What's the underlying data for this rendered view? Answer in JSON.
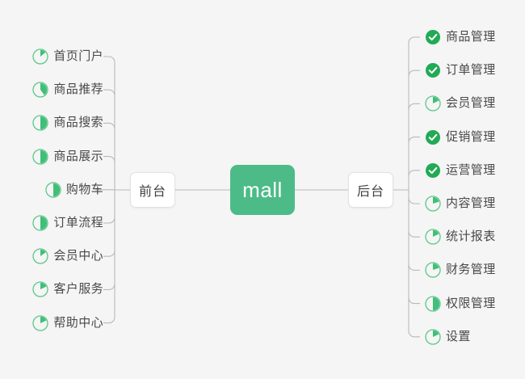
{
  "diagram": {
    "title": "mall",
    "background_color": "#f5f5f5",
    "accent_color": "#4cbb88",
    "done_color": "#22aa55",
    "progress_color": "#3fbf77",
    "connector_color": "#b9b9b9",
    "root": {
      "label": "mall"
    },
    "branches": [
      {
        "label": "前台",
        "side": "left"
      },
      {
        "label": "后台",
        "side": "right"
      }
    ],
    "left_items": [
      {
        "label": "首页门户",
        "status": "progress",
        "percent": 14
      },
      {
        "label": "商品推荐",
        "status": "progress",
        "percent": 40
      },
      {
        "label": "商品搜索",
        "status": "progress",
        "percent": 50
      },
      {
        "label": "商品展示",
        "status": "progress",
        "percent": 50
      },
      {
        "label": "购物车",
        "status": "progress",
        "percent": 50
      },
      {
        "label": "订单流程",
        "status": "progress",
        "percent": 50
      },
      {
        "label": "会员中心",
        "status": "progress",
        "percent": 15
      },
      {
        "label": "客户服务",
        "status": "progress",
        "percent": 18
      },
      {
        "label": "帮助中心",
        "status": "progress",
        "percent": 18
      }
    ],
    "right_items": [
      {
        "label": "商品管理",
        "status": "done",
        "percent": 100
      },
      {
        "label": "订单管理",
        "status": "done",
        "percent": 100
      },
      {
        "label": "会员管理",
        "status": "progress",
        "percent": 18
      },
      {
        "label": "促销管理",
        "status": "done",
        "percent": 100
      },
      {
        "label": "运营管理",
        "status": "done",
        "percent": 100
      },
      {
        "label": "内容管理",
        "status": "progress",
        "percent": 20
      },
      {
        "label": "统计报表",
        "status": "progress",
        "percent": 18
      },
      {
        "label": "财务管理",
        "status": "progress",
        "percent": 20
      },
      {
        "label": "权限管理",
        "status": "progress",
        "percent": 50
      },
      {
        "label": "设置",
        "status": "progress",
        "percent": 18
      }
    ]
  }
}
